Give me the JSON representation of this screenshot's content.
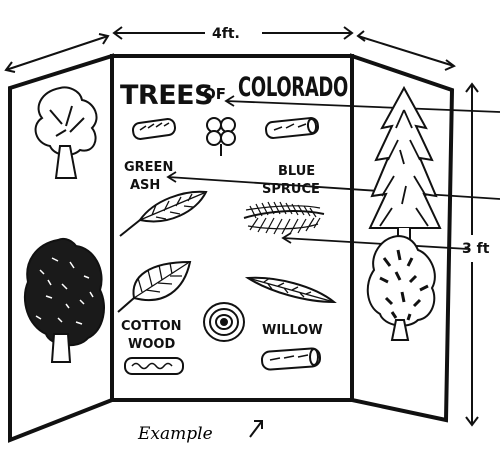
{
  "poster": {
    "title_part1": "TREES",
    "title_of": "OF",
    "title_part2": "COLORADO"
  },
  "dimensions": {
    "width_label": "4ft.",
    "height_label": "3 ft"
  },
  "labels": {
    "green_ash_line1": "GREEN",
    "green_ash_line2": "ASH",
    "blue_spruce_line1": "BLUE",
    "blue_spruce_line2": "SPRUCE",
    "cottonwood_line1": "COTTON",
    "cottonwood_line2": "WOOD",
    "willow": "WILLOW"
  },
  "caption": {
    "example": "Example"
  }
}
